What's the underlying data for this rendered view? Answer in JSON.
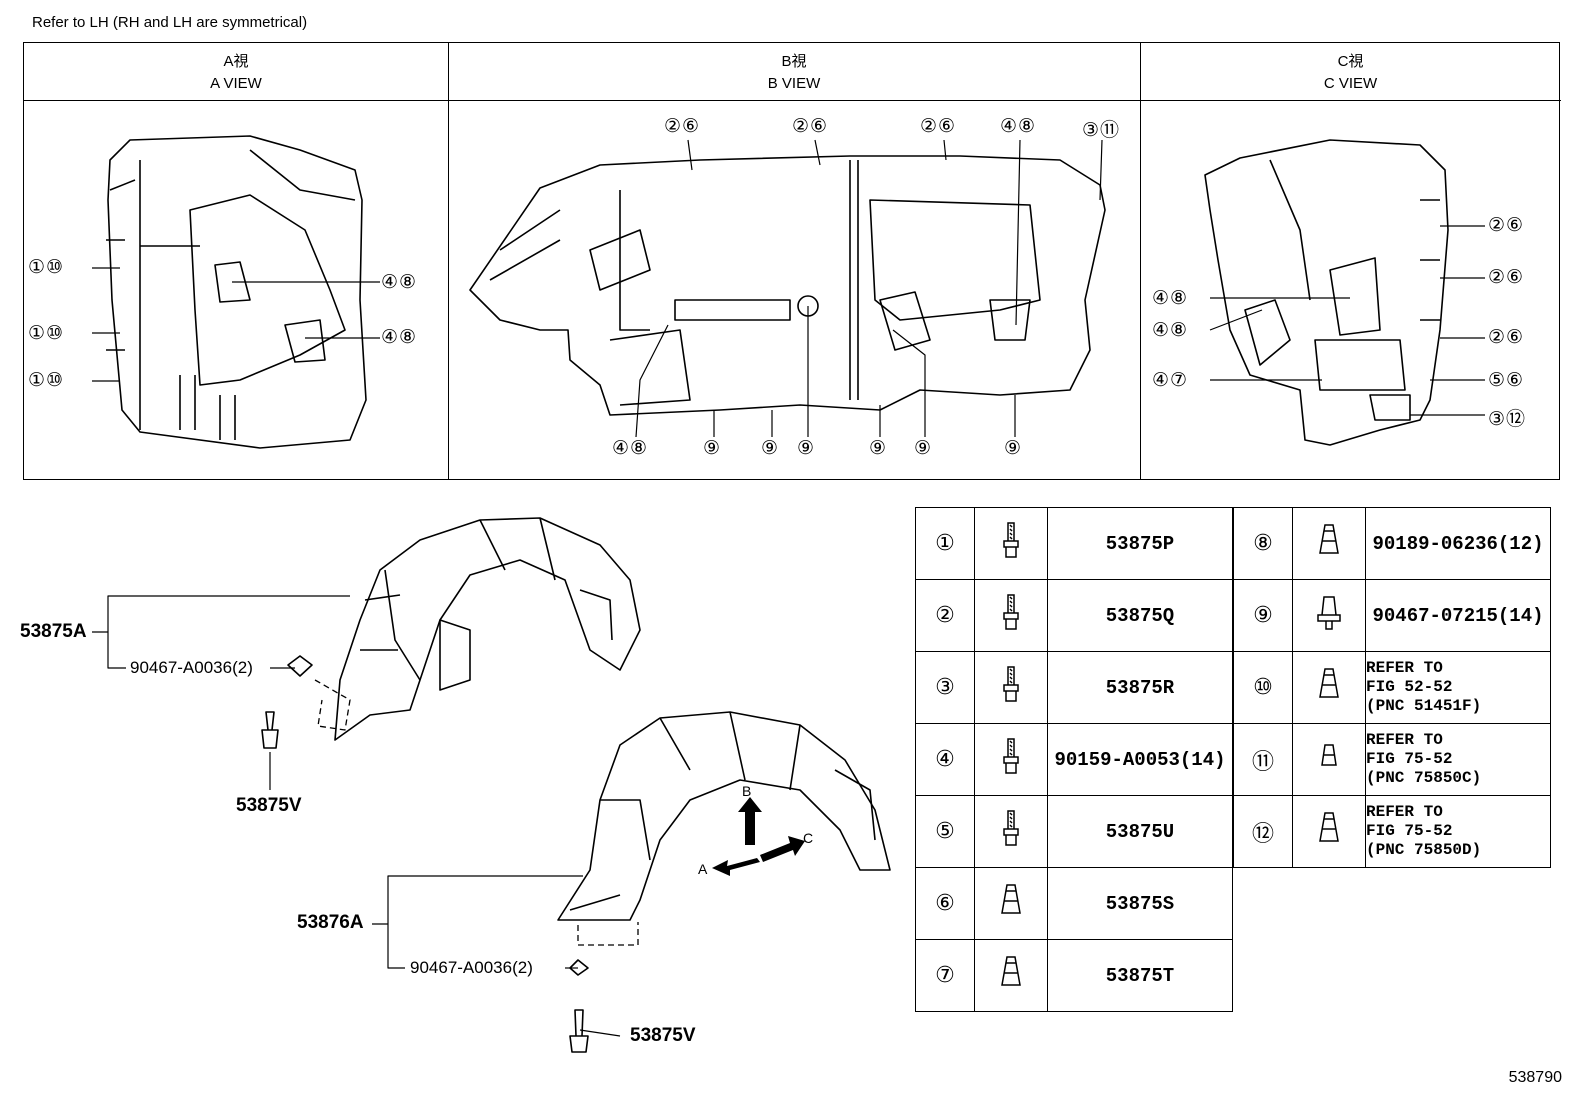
{
  "note": "Refer to LH (RH and LH are symmetrical)",
  "views": [
    {
      "jp": "A視",
      "en": "A VIEW"
    },
    {
      "jp": "B視",
      "en": "B VIEW"
    },
    {
      "jp": "C視",
      "en": "C VIEW"
    }
  ],
  "callouts": {
    "a_view": [
      "①⑩",
      "①⑩",
      "①⑩",
      "④⑧",
      "④⑧"
    ],
    "b_view": [
      "②⑥",
      "②⑥",
      "②⑥",
      "④⑧",
      "③⑪",
      "④⑧",
      "⑨",
      "⑨",
      "⑨",
      "⑨",
      "⑨",
      "⑨"
    ],
    "c_view": [
      "②⑥",
      "②⑥",
      "②⑥",
      "④⑧",
      "④⑧",
      "④⑦",
      "⑤⑥",
      "③⑫"
    ]
  },
  "main_labels": {
    "liner_front": "53875A",
    "liner_rear": "53876A",
    "clip_front": "90467-A0036(2)",
    "clip_rear": "90467-A0036(2)",
    "screw_front": "53875V",
    "screw_rear": "53875V"
  },
  "arrows": {
    "a": "A",
    "b": "B",
    "c": "C"
  },
  "parts_left": [
    {
      "num": "①",
      "icon": "screw",
      "pn": "53875P"
    },
    {
      "num": "②",
      "icon": "screw",
      "pn": "53875Q"
    },
    {
      "num": "③",
      "icon": "screw",
      "pn": "53875R"
    },
    {
      "num": "④",
      "icon": "screw",
      "pn": "90159-A0053(14)"
    },
    {
      "num": "⑤",
      "icon": "screw",
      "pn": "53875U"
    },
    {
      "num": "⑥",
      "icon": "nut",
      "pn": "53875S"
    },
    {
      "num": "⑦",
      "icon": "nut",
      "pn": "53875T"
    }
  ],
  "parts_right": [
    {
      "num": "⑧",
      "icon": "nut",
      "pn": "90189-06236(12)"
    },
    {
      "num": "⑨",
      "icon": "clip",
      "pn": "90467-07215(14)"
    },
    {
      "num": "⑩",
      "icon": "nut",
      "pn": "REFER TO\nFIG 52-52\n(PNC 51451F)"
    },
    {
      "num": "⑪",
      "icon": "nut-small",
      "pn": "REFER TO\nFIG 75-52\n(PNC 75850C)"
    },
    {
      "num": "⑫",
      "icon": "nut",
      "pn": "REFER TO\nFIG 75-52\n(PNC 75850D)"
    }
  ],
  "figure_id": "538790"
}
